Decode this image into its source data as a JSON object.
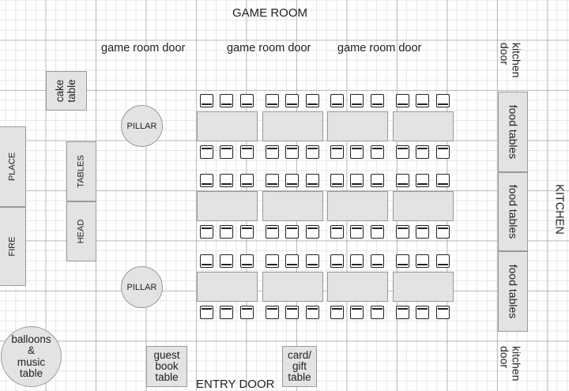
{
  "labels": {
    "game_room": "GAME ROOM",
    "game_room_door": "game room door",
    "kitchen_door": "kitchen door",
    "kitchen": "KITCHEN",
    "entry_door": "ENTRY DOOR"
  },
  "fixtures": {
    "cake_table": "cake table",
    "fire": "FIRE",
    "place": "PLACE",
    "head": "HEAD",
    "tables": "TABLES",
    "pillar": "PILLAR",
    "food_tables": "food tables",
    "balloons_line1": "balloons",
    "balloons_line2": "&",
    "balloons_line3": "music",
    "balloons_line4": "table",
    "guest_line1": "guest",
    "guest_line2": "book",
    "guest_line3": "table",
    "card_line1": "card/",
    "card_line2": "gift",
    "card_line3": "table"
  },
  "seating": {
    "table_rows": 3,
    "tables_per_row": 4,
    "chairs_per_side": 3
  }
}
